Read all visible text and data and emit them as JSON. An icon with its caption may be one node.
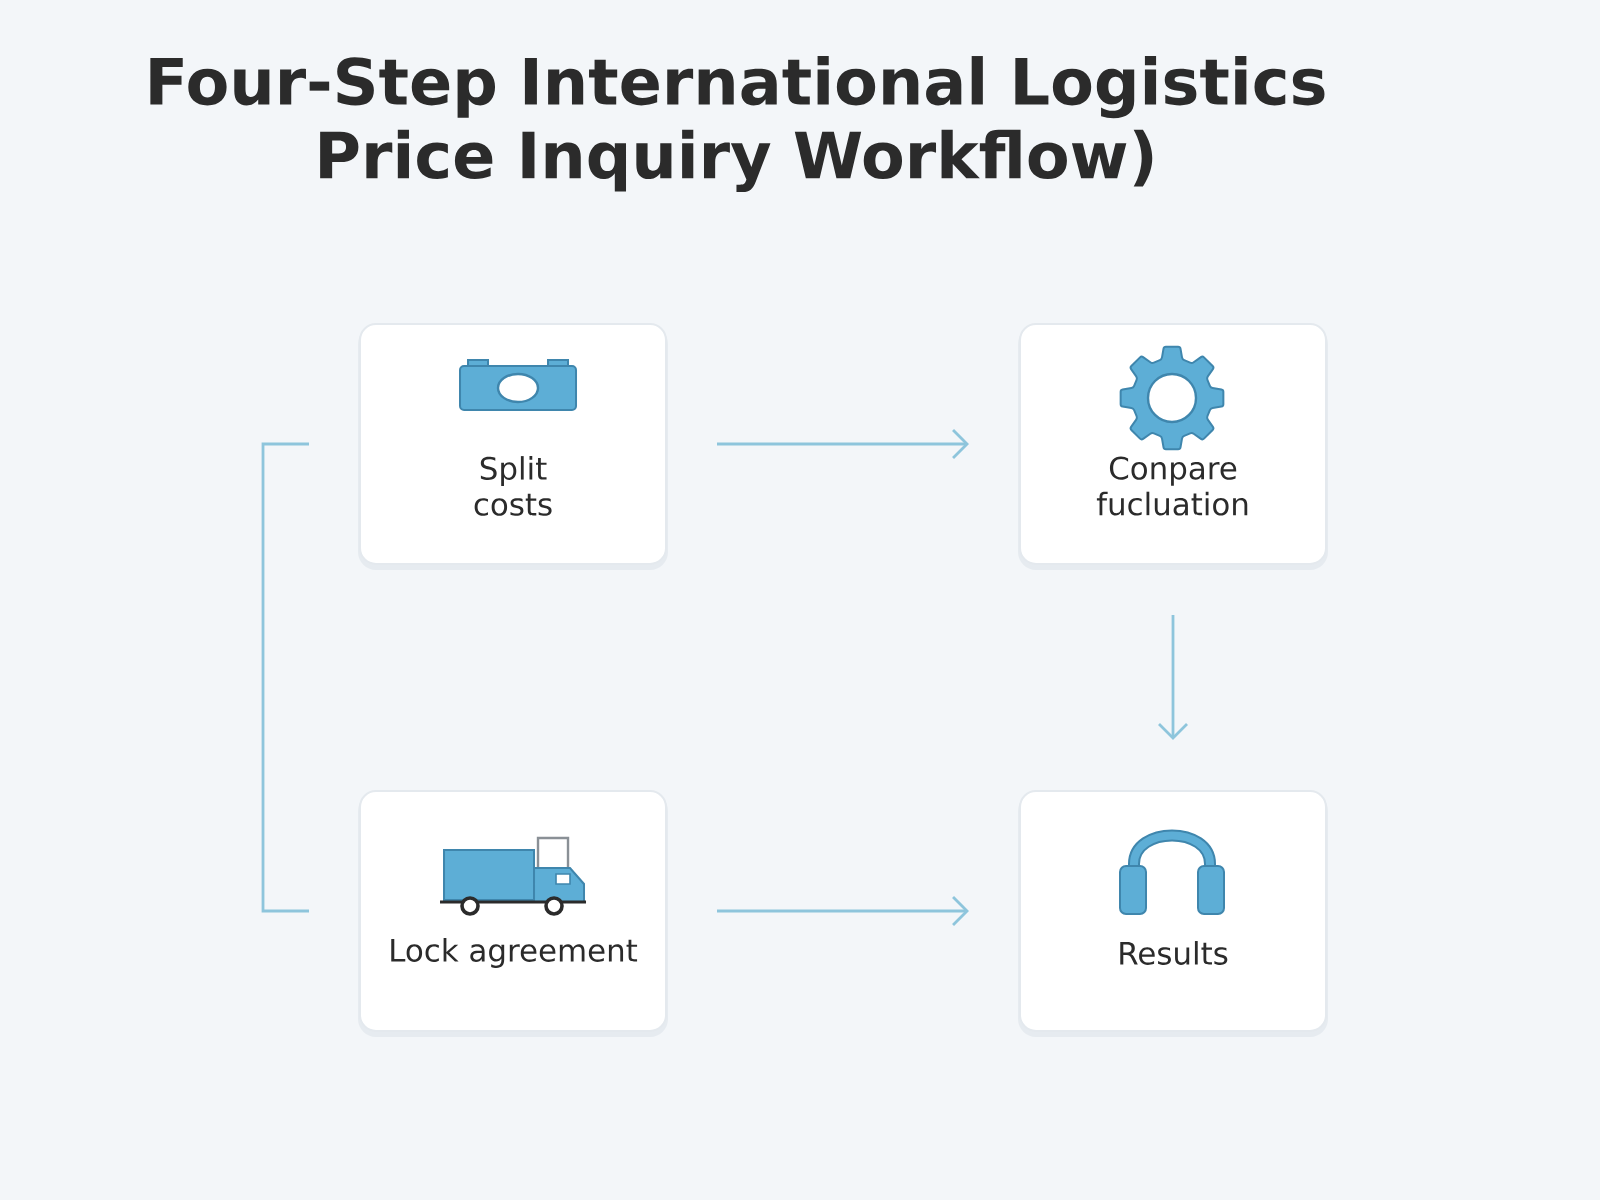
{
  "diagram": {
    "title": "Four-Step International Logistics Price Inquiry Workflow)",
    "nodes": [
      {
        "text": [
          "Split costs"
        ]
      },
      {
        "text": [
          "Conpare fucluation"
        ]
      },
      {
        "text": [
          "Lock agreement"
        ]
      },
      {
        "text": [
          "Results"
        ]
      }
    ],
    "edges": [
      {
        "from": 0,
        "to": 1,
        "arrow": "to"
      },
      {
        "from": 1,
        "to": 3,
        "arrow": "to"
      },
      {
        "from": 2,
        "to": 3,
        "arrow": "to"
      },
      {
        "from": 0,
        "to": 2,
        "arrow": "none"
      }
    ]
  }
}
